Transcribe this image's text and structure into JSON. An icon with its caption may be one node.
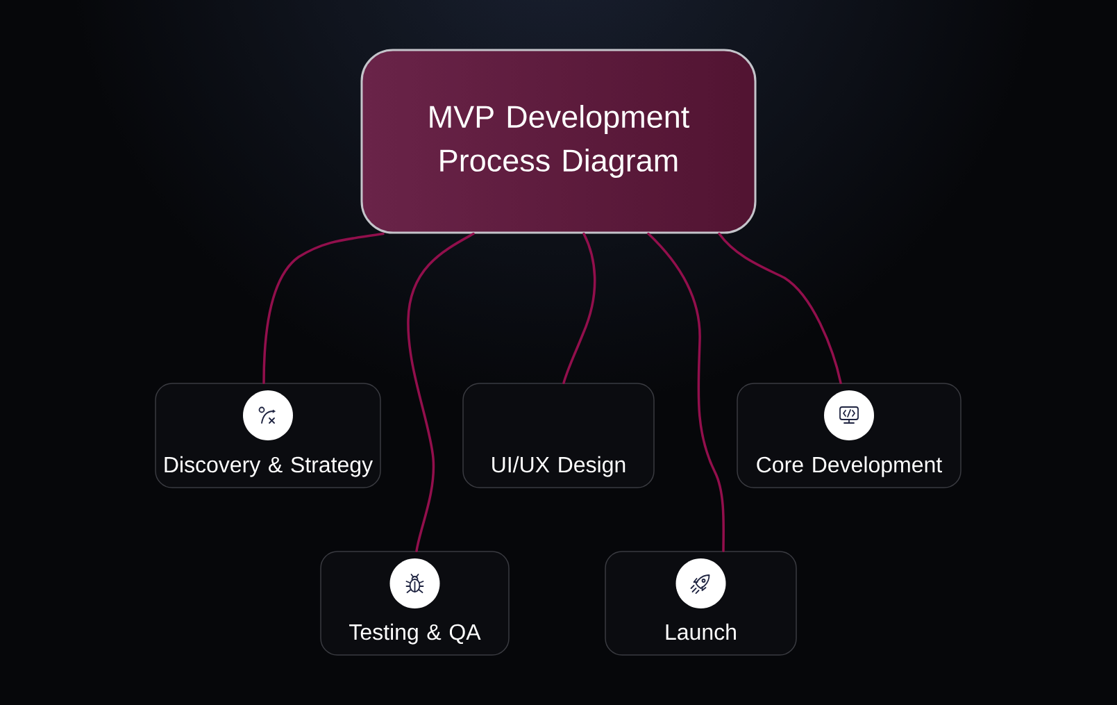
{
  "diagram": {
    "nodes": [
      {
        "text": [
          "MVP Development Process Diagram"
        ]
      },
      {
        "text": [
          "Discovery & Strategy"
        ]
      },
      {
        "text": [
          "UI/UX Design"
        ]
      },
      {
        "text": [
          "Core Development"
        ]
      },
      {
        "text": [
          "Testing & QA"
        ]
      },
      {
        "text": [
          "Launch"
        ]
      }
    ],
    "edges": [
      {
        "from": 0,
        "to": 1,
        "arrow": "none"
      },
      {
        "from": 0,
        "to": 4,
        "arrow": "none"
      },
      {
        "from": 0,
        "to": 2,
        "arrow": "none"
      },
      {
        "from": 0,
        "to": 5,
        "arrow": "none"
      },
      {
        "from": 0,
        "to": 3,
        "arrow": "none"
      }
    ]
  }
}
